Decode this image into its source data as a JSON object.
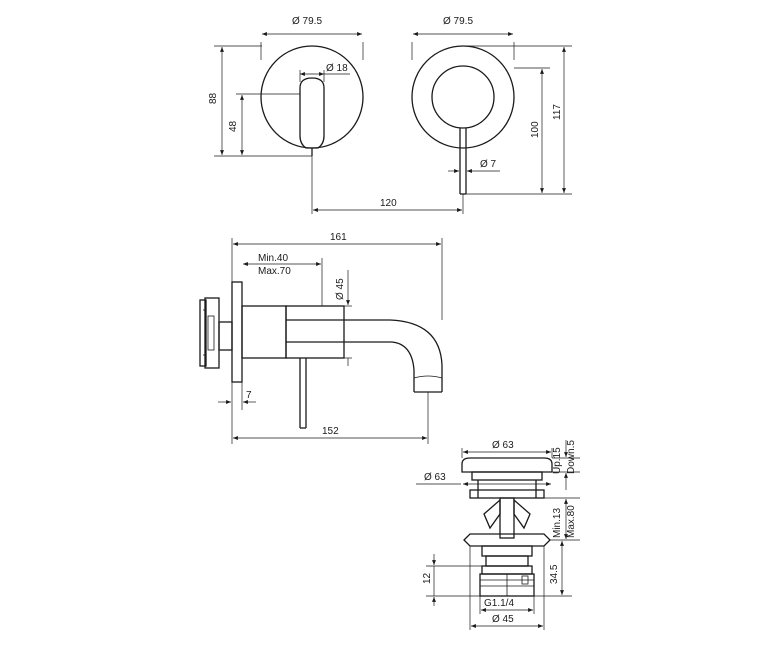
{
  "drawing": {
    "front_view_left": {
      "plate_diameter": "Ø 79.5",
      "handle_diameter": "Ø 18",
      "height_total": "88",
      "height_handle": "48"
    },
    "front_view_right": {
      "plate_diameter": "Ø 79.5",
      "lever_diameter": "Ø 7",
      "height_100": "100",
      "height_117": "117"
    },
    "center_distance": "120",
    "side_view": {
      "total_length": "161",
      "min_depth": "Min.40",
      "max_depth": "Max.70",
      "spout_diameter": "Ø 45",
      "wall_offset": "7",
      "spout_length": "152"
    },
    "drain_view": {
      "cap_top_diameter": "Ø 63",
      "cap_diameter": "Ø 63",
      "stroke_up": "Up.15",
      "stroke_down": "Down.5",
      "min_height": "Min.13",
      "max_height": "Max.80",
      "body_height": "34.5",
      "nut_height": "12",
      "thread": "G1.1/4",
      "base_diameter": "Ø 45"
    }
  }
}
